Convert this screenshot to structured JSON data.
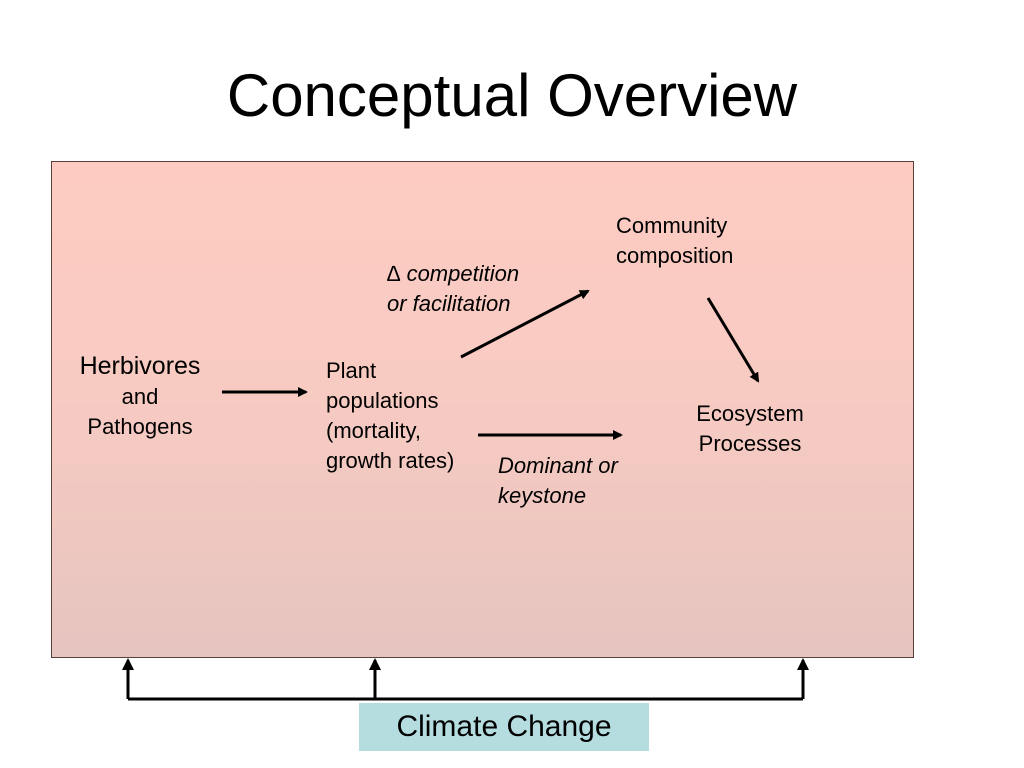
{
  "title": "Conceptual Overview",
  "nodes": {
    "herbivores": {
      "line1": "Herbivores",
      "line2": "and",
      "line3": "Pathogens"
    },
    "plants": {
      "line1": "Plant",
      "line2": "populations",
      "line3": "(mortality,",
      "line4": "growth rates)"
    },
    "community": {
      "line1": "Community",
      "line2": "composition"
    },
    "ecosystem": {
      "line1": "Ecosystem",
      "line2": "Processes"
    }
  },
  "edge_labels": {
    "competition": {
      "line1": "∆ competition",
      "line2": "or facilitation"
    },
    "dominant": {
      "line1": "Dominant or",
      "line2": "keystone"
    }
  },
  "climate": {
    "label": "Climate Change"
  },
  "colors": {
    "panel_top": "#fdcbc1",
    "panel_bottom": "#e6c4bf",
    "panel_border": "#5a3f3b",
    "climate_box": "#b5dde0",
    "arrow": "#000000"
  }
}
